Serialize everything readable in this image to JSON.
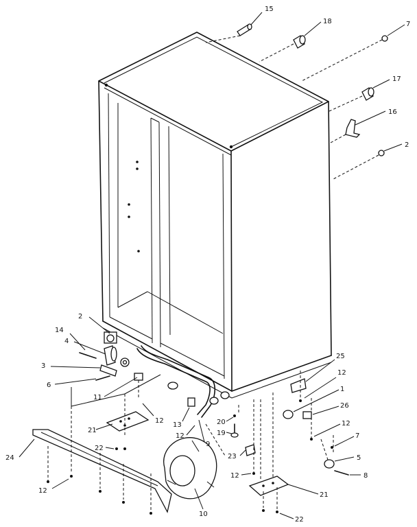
{
  "callouts": [
    {
      "id": "c15",
      "text": "15"
    },
    {
      "id": "c18",
      "text": "18"
    },
    {
      "id": "c7a",
      "text": "7"
    },
    {
      "id": "c17",
      "text": "17"
    },
    {
      "id": "c16",
      "text": "16"
    },
    {
      "id": "c2a",
      "text": "2"
    },
    {
      "id": "c2b",
      "text": "2"
    },
    {
      "id": "c14",
      "text": "14"
    },
    {
      "id": "c4",
      "text": "4"
    },
    {
      "id": "c3",
      "text": "3"
    },
    {
      "id": "c6",
      "text": "6"
    },
    {
      "id": "c11",
      "text": "11"
    },
    {
      "id": "c12a",
      "text": "12"
    },
    {
      "id": "c21a",
      "text": "21"
    },
    {
      "id": "c22a",
      "text": "22"
    },
    {
      "id": "c24",
      "text": "24"
    },
    {
      "id": "c12b",
      "text": "12"
    },
    {
      "id": "c13",
      "text": "13"
    },
    {
      "id": "c12c",
      "text": "12"
    },
    {
      "id": "c9",
      "text": "9"
    },
    {
      "id": "c10",
      "text": "10"
    },
    {
      "id": "c25",
      "text": "25"
    },
    {
      "id": "c12d",
      "text": "12"
    },
    {
      "id": "c1",
      "text": "1"
    },
    {
      "id": "c26",
      "text": "26"
    },
    {
      "id": "c20",
      "text": "20"
    },
    {
      "id": "c19",
      "text": "19"
    },
    {
      "id": "c12e",
      "text": "12"
    },
    {
      "id": "c7b",
      "text": "7"
    },
    {
      "id": "c5",
      "text": "5"
    },
    {
      "id": "c23",
      "text": "23"
    },
    {
      "id": "c8",
      "text": "8"
    },
    {
      "id": "c12f",
      "text": "12"
    },
    {
      "id": "c21b",
      "text": "21"
    },
    {
      "id": "c22b",
      "text": "22"
    }
  ]
}
